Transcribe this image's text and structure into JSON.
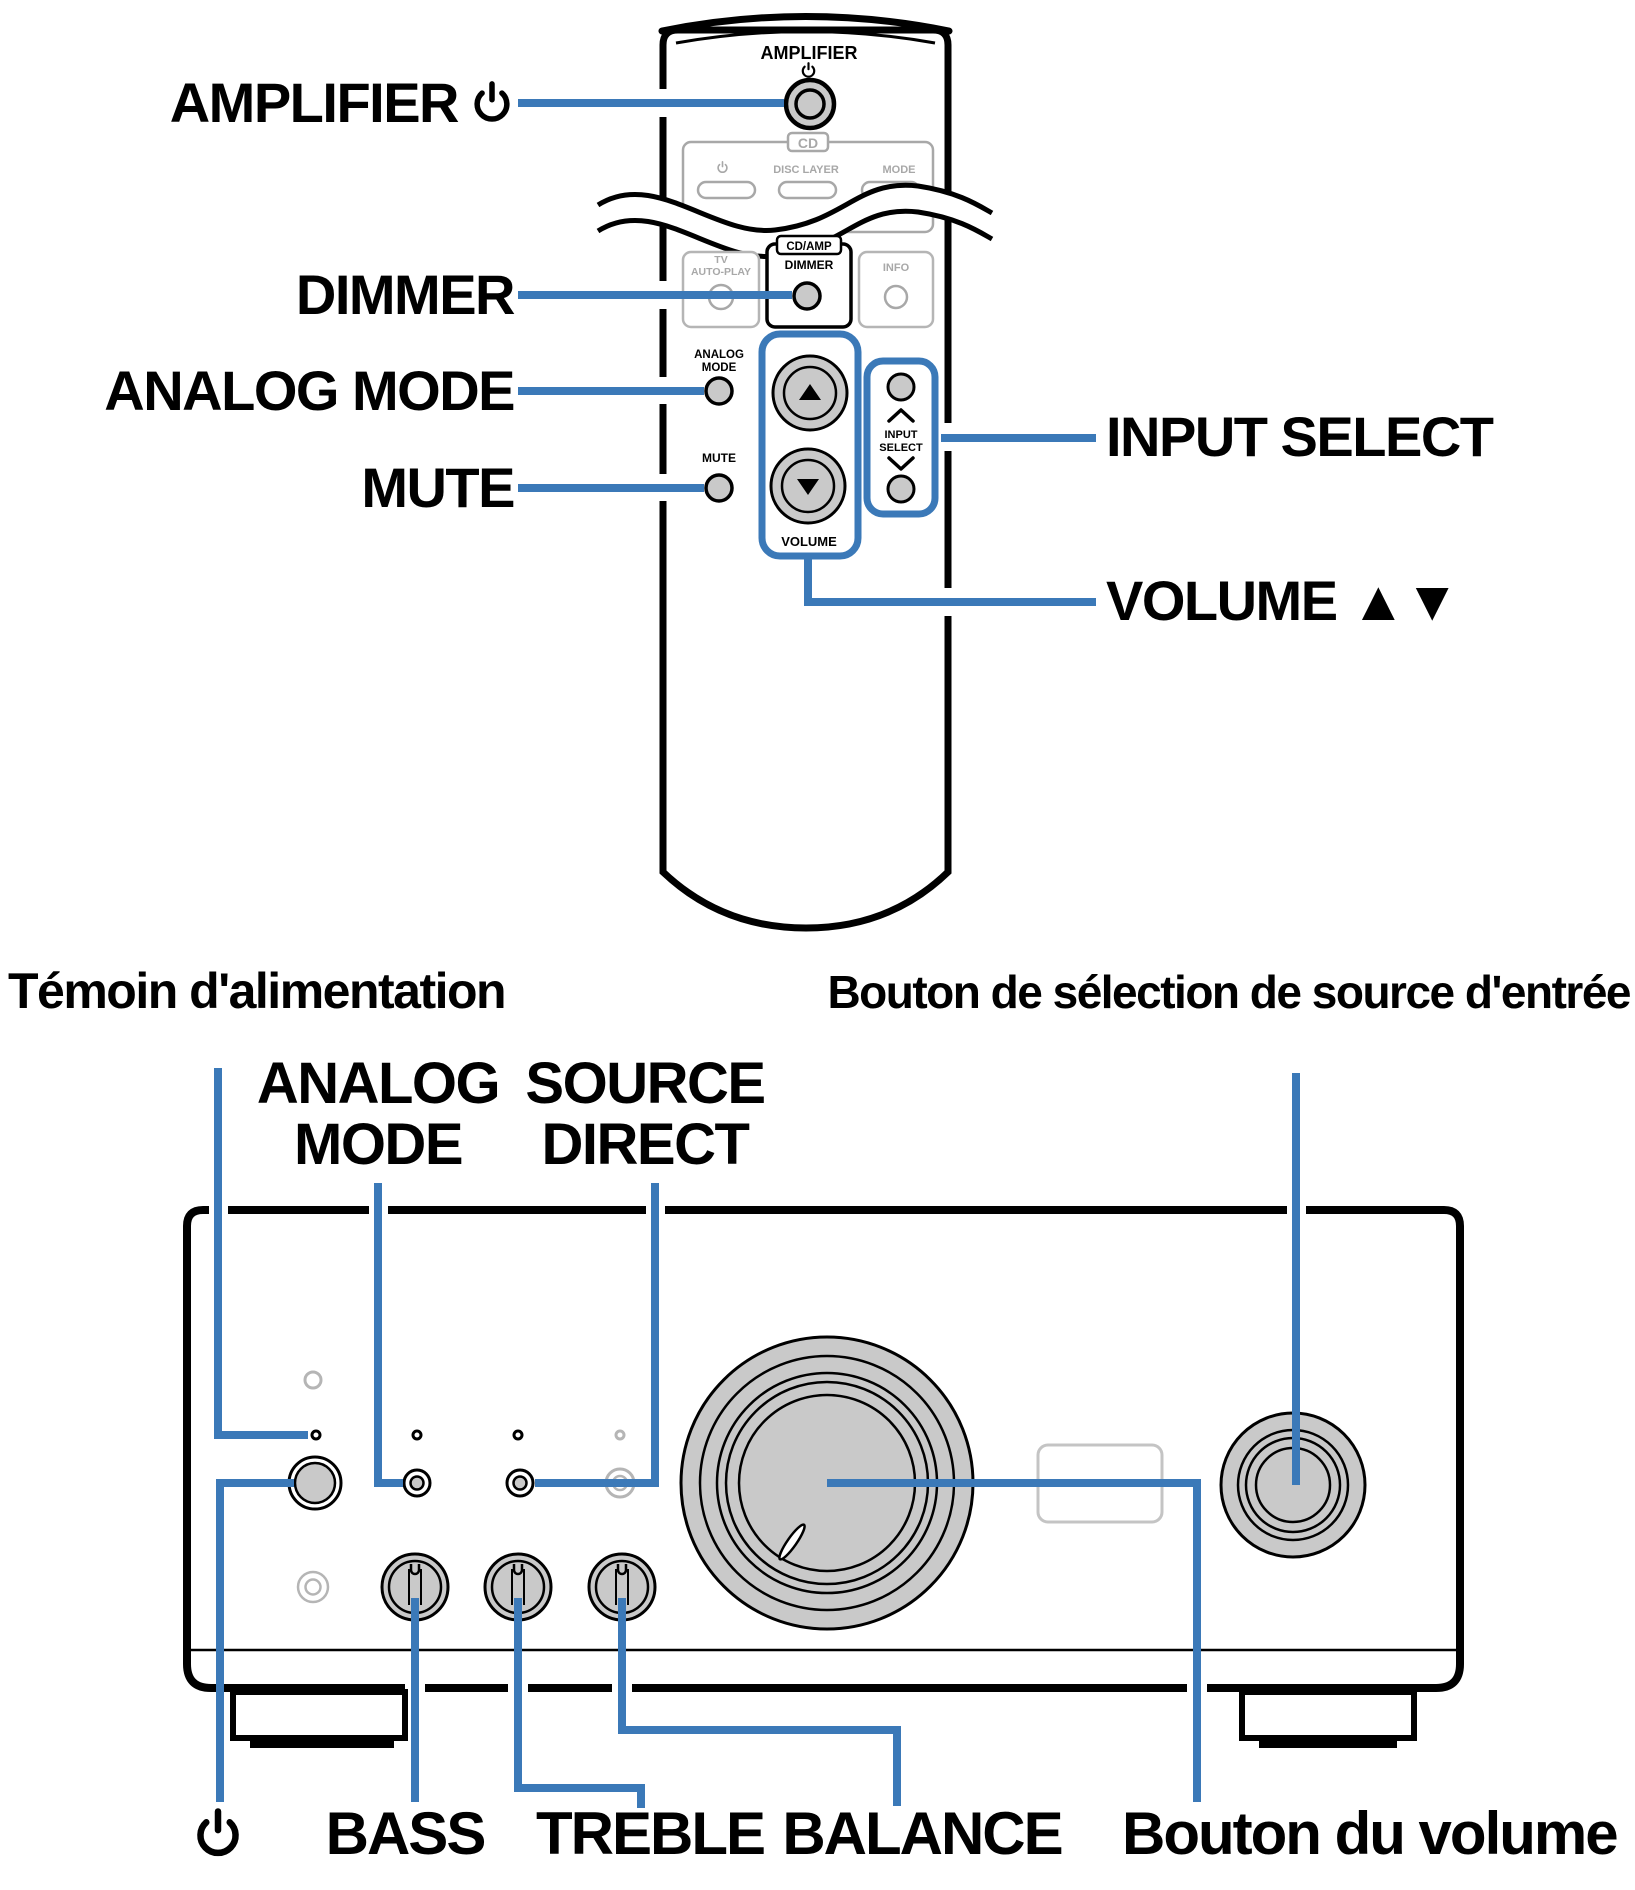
{
  "colors": {
    "accent": "#3b79b8",
    "button_fill": "#c9c9c9",
    "disabled": "#a8a8a8"
  },
  "remote": {
    "body": {
      "amplifier": "AMPLIFIER"
    },
    "cd_section": {
      "title": "CD",
      "disc_layer": "DISC LAYER",
      "mode": "MODE"
    },
    "row2": {
      "tv_line1": "TV",
      "tv_line2": "AUTO-PLAY",
      "cd_amp": "CD/AMP",
      "dimmer": "DIMMER",
      "info": "INFO"
    },
    "analog_mode_line1": "ANALOG",
    "analog_mode_line2": "MODE",
    "mute_label": "MUTE",
    "volume_group_label": "VOLUME",
    "input_group_line1": "INPUT",
    "input_group_line2": "SELECT",
    "callouts": {
      "amplifier": "AMPLIFIER",
      "dimmer": "DIMMER",
      "analog_mode": "ANALOG MODE",
      "mute": "MUTE",
      "input_select": "INPUT SELECT",
      "volume": "VOLUME ▲▼"
    }
  },
  "panel": {
    "callouts": {
      "power_indicator": "Témoin d'alimentation",
      "input_knob": "Bouton de sélection de source d'entrée",
      "analog_mode_line1": "ANALOG",
      "analog_mode_line2": "MODE",
      "source_direct_line1": "SOURCE",
      "source_direct_line2": "DIRECT",
      "bass": "BASS",
      "treble": "TREBLE",
      "balance": "BALANCE",
      "volume_knob": "Bouton du volume"
    }
  }
}
